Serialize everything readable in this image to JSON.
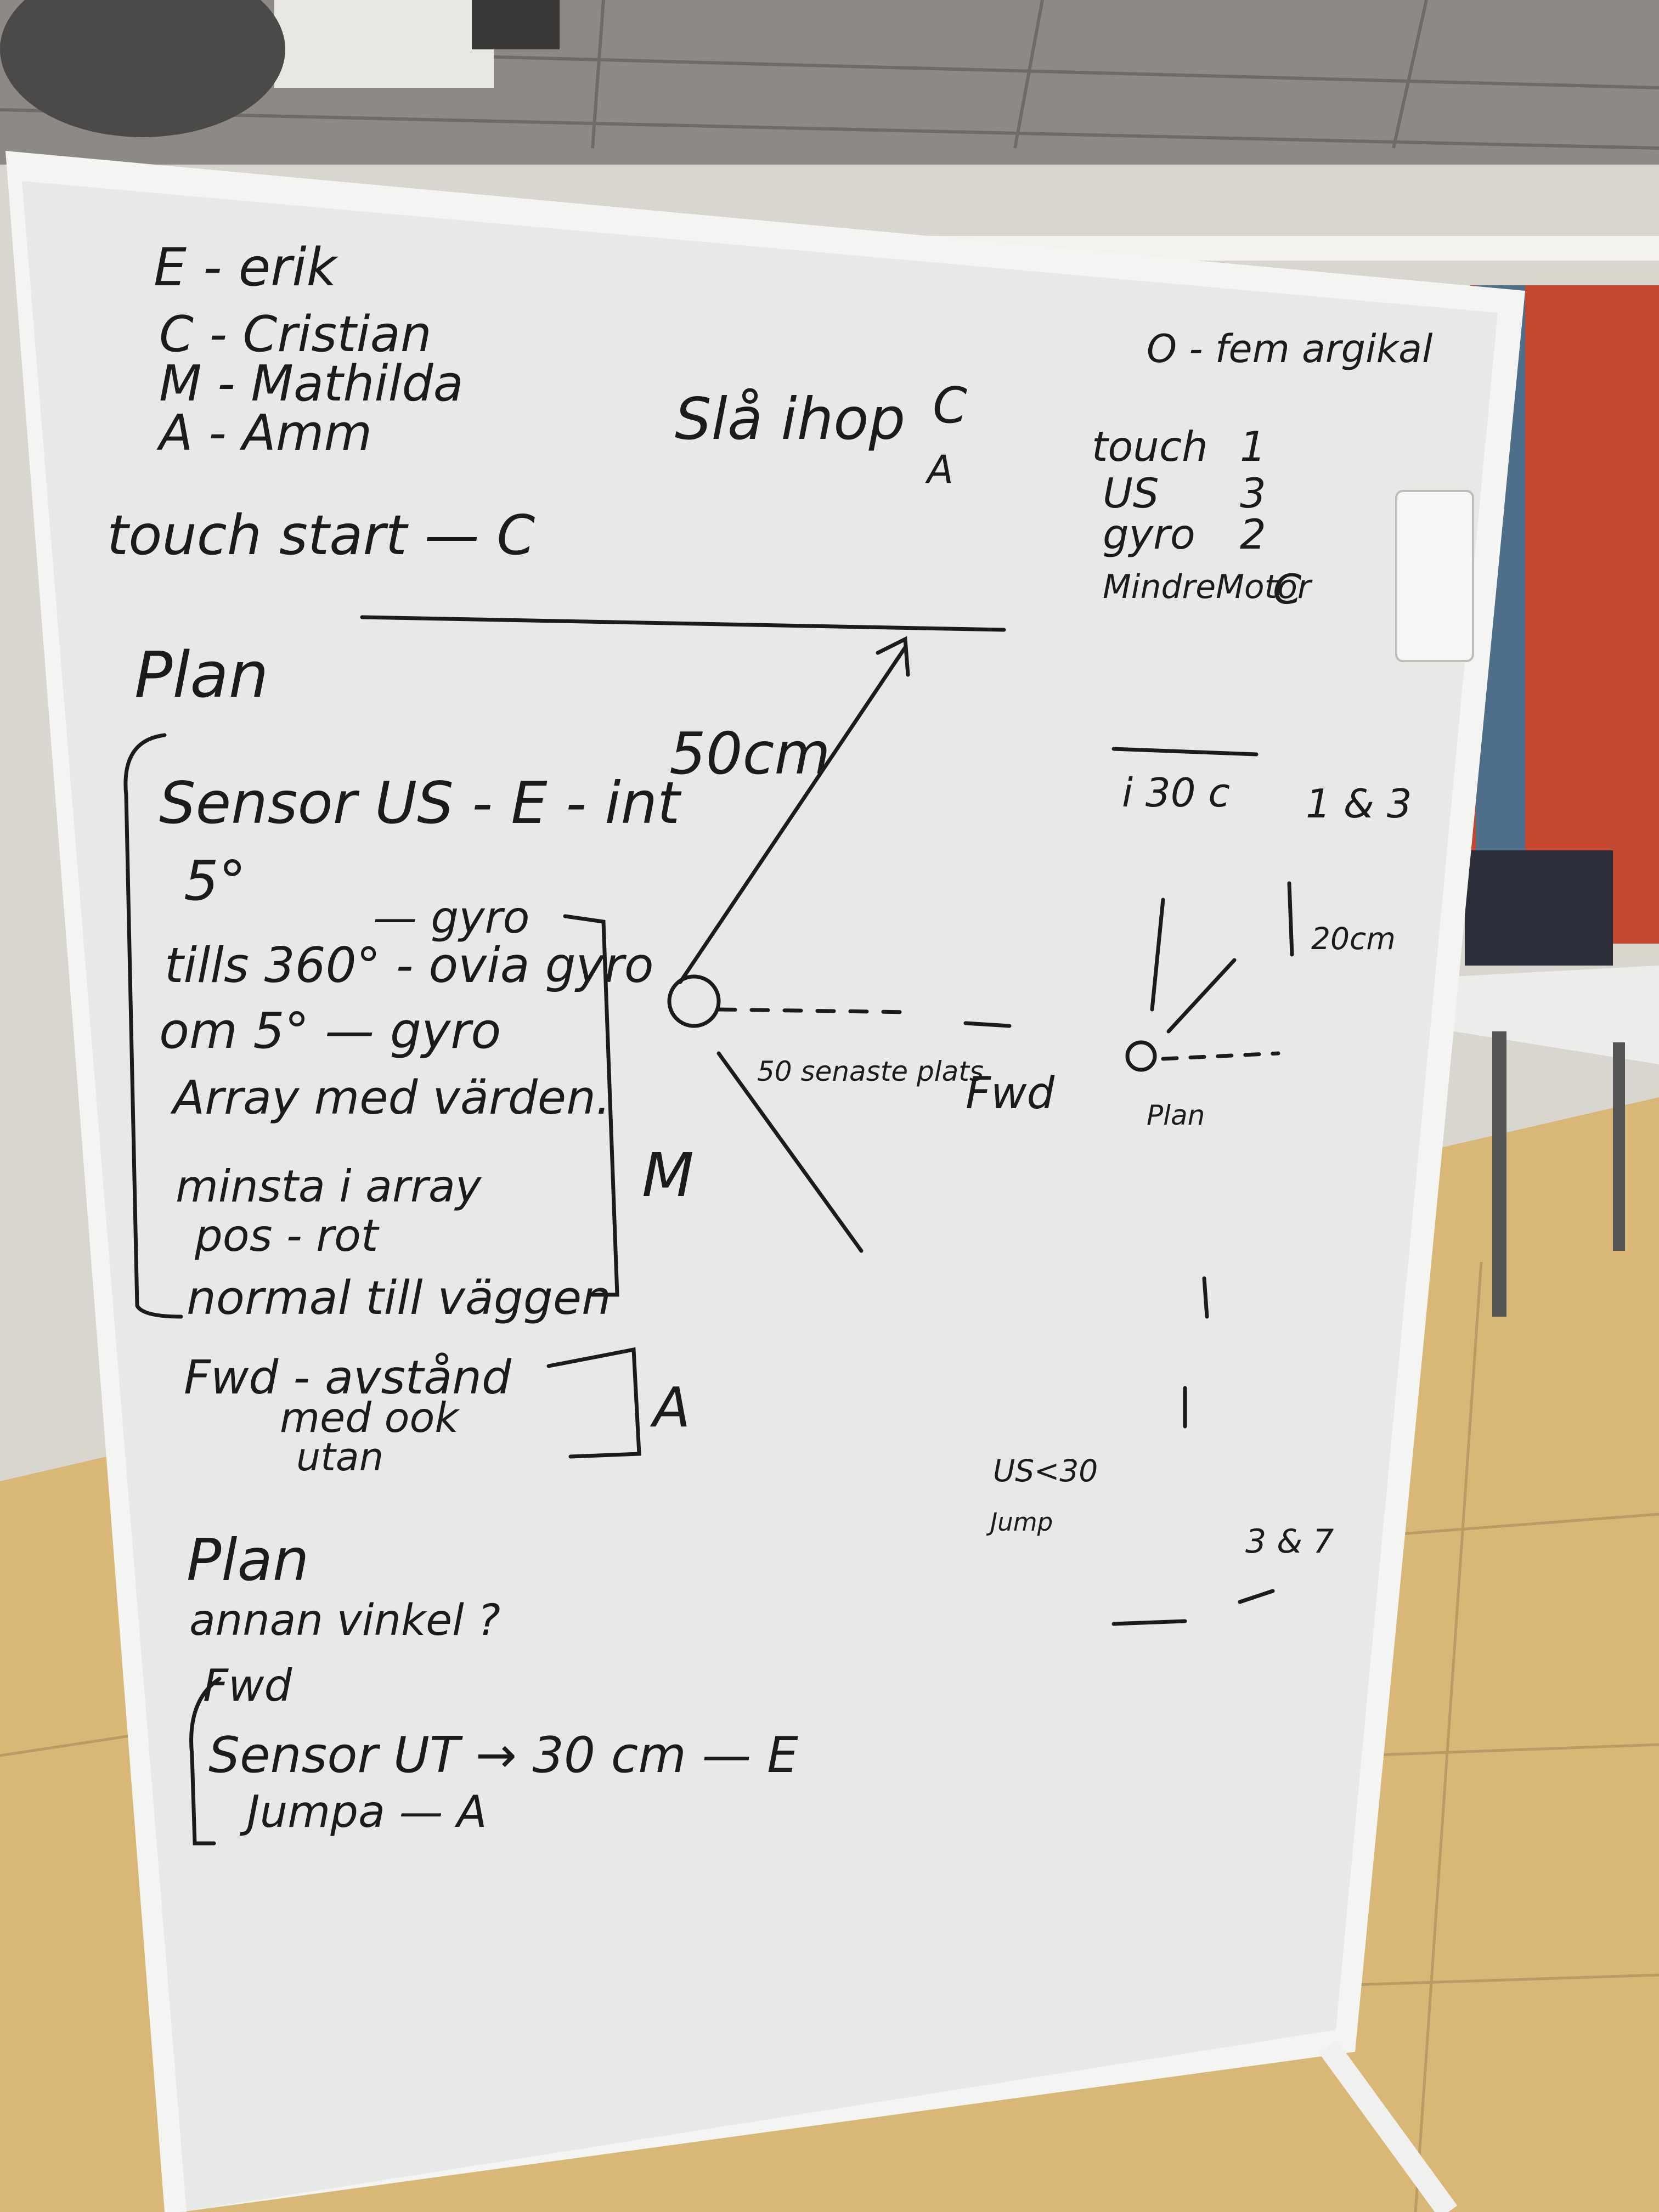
{
  "whiteboard": {
    "ink_color": "#1b1b1b",
    "roles": [
      "E - erik",
      "C - Cristian",
      "M - Mathilda",
      "A - Amm"
    ],
    "touch_start": "touch start — C",
    "sla_ihop": "Slå ihop",
    "sla_ihop_c": "C",
    "sla_ihop_a": "A",
    "port_header": "O - fem argikal",
    "ports": [
      {
        "name": "touch",
        "value": "1"
      },
      {
        "name": "US",
        "value": "3"
      },
      {
        "name": "gyro",
        "value": "2"
      },
      {
        "name": "MindreMotor",
        "value": "C"
      }
    ],
    "plan_title": "Plan",
    "plan_lines": [
      "Sensor US - E - int",
      "5°",
      "— gyro",
      "tills 360° - ovia gyro",
      "om 5° — gyro",
      "Array med värden.",
      "minsta i array",
      "pos - rot",
      "normal till väggen"
    ],
    "plan_assignee": "M",
    "fwd_lines": [
      "Fwd - avstånd",
      "med ook",
      "utan"
    ],
    "fwd_assignee": "A",
    "plan2_title": "Plan",
    "plan2_sub": "annan vinkel ?",
    "bottom_lines": [
      "Fwd",
      "Sensor UT → 30 cm — E",
      "Jumpa — A"
    ],
    "diagram": {
      "distance": "50cm",
      "note": "50 senaste plats",
      "fwd": "Fwd"
    },
    "right_sketch": {
      "label_top": "i 30 c",
      "label_13": "1 & 3",
      "label_20cm": "20cm",
      "label_plan": "Plan",
      "label_us": "US<30",
      "label_jump": "Jump",
      "label_37": "3 & 7"
    }
  }
}
